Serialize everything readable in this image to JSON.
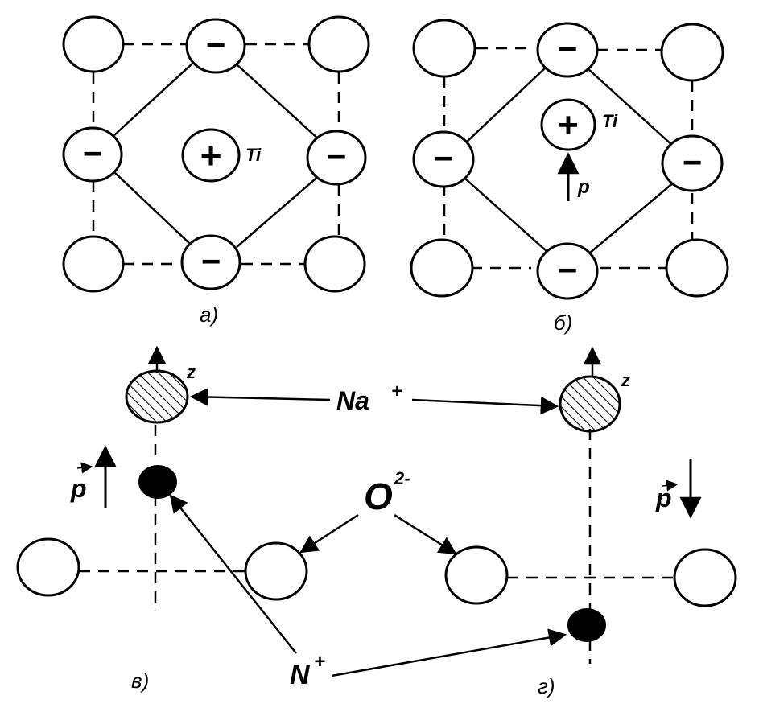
{
  "panels": {
    "a": {
      "caption": "а)",
      "center_ion": "Ti",
      "center_sign": "+",
      "side_sign": "−"
    },
    "b": {
      "caption": "б)",
      "center_ion": "Ti",
      "center_sign": "+",
      "side_sign": "−",
      "polarization": "p"
    },
    "c": {
      "caption": "в)",
      "polarization": "p",
      "axis": "z"
    },
    "d": {
      "caption": "г)",
      "polarization": "p",
      "axis": "z"
    }
  },
  "labels": {
    "sodium": "Na",
    "sodium_charge": "+",
    "oxygen": "O",
    "oxygen_charge": "2-",
    "nitrogen": "N",
    "nitrogen_charge": "+"
  }
}
